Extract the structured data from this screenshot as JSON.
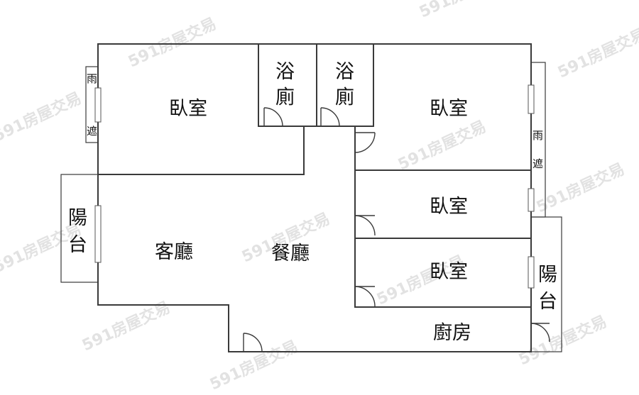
{
  "rooms": {
    "bedroom_1": "臥室",
    "bedroom_2": "臥室",
    "bedroom_3": "臥室",
    "bedroom_4": "臥室",
    "bath_1": [
      "浴",
      "廁"
    ],
    "bath_2": [
      "浴",
      "廁"
    ],
    "living_room": "客廳",
    "dining_room": "餐廳",
    "kitchen": "廚房",
    "balcony_left": [
      "陽",
      "台"
    ],
    "balcony_right": [
      "陽",
      "台"
    ],
    "rain_shelter_left": [
      "雨",
      "遮"
    ],
    "rain_shelter_right": [
      "雨",
      "遮"
    ]
  },
  "watermark": "591房屋交易"
}
